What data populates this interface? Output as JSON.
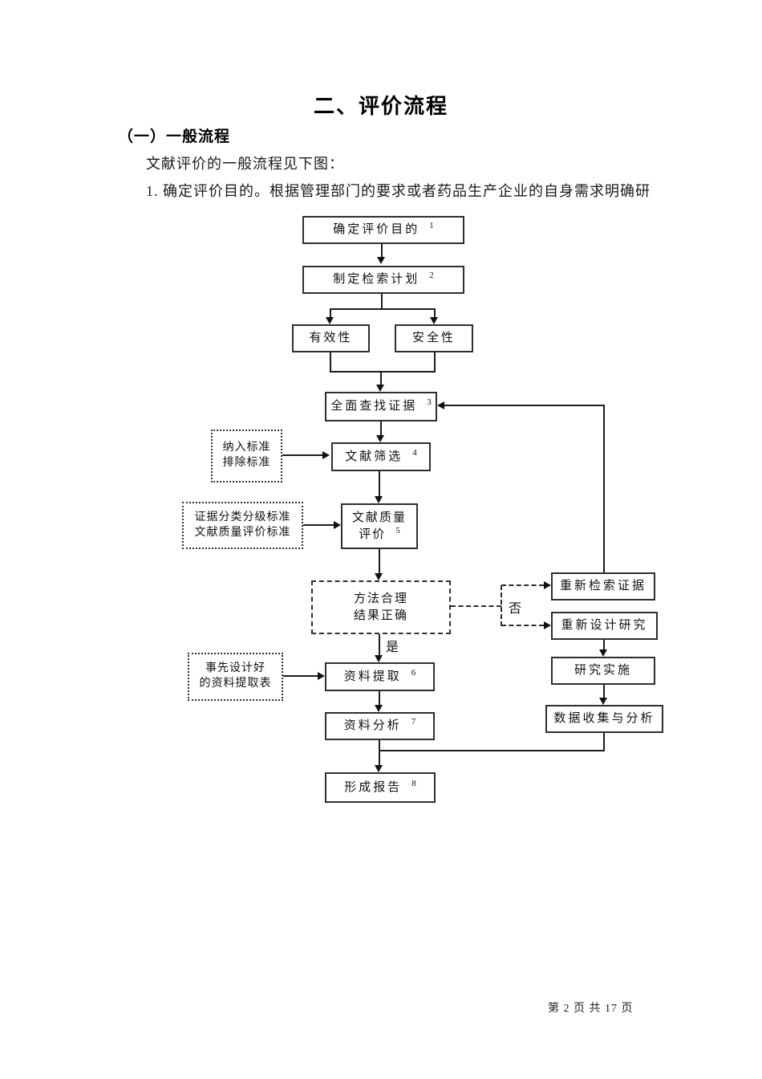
{
  "document": {
    "title": "二、评价流程",
    "section_heading": "（一）一般流程",
    "paragraph_1": "文献评价的一般流程见下图：",
    "paragraph_2": "1. 确定评价目的。根据管理部门的要求或者药品生产企业的自身需求明确研",
    "footer_page_info": "第 2 页 共 17 页"
  },
  "flowchart": {
    "nodes": {
      "determine_purpose": {
        "text": "确定评价目的",
        "step": "1"
      },
      "search_plan": {
        "text": "制定检索计划",
        "step": "2"
      },
      "effectiveness": {
        "text": "有效性"
      },
      "safety": {
        "text": "安全性"
      },
      "find_evidence": {
        "text": "全面查找证据",
        "step": "3"
      },
      "criteria": {
        "line1": "纳入标准",
        "line2": "排除标准"
      },
      "literature_screening": {
        "text": "文献筛选",
        "step": "4"
      },
      "standards": {
        "line1": "证据分类分级标准",
        "line2": "文献质量评价标准"
      },
      "quality_evaluation": {
        "line1": "文献质量",
        "line2": "评价",
        "step": "5"
      },
      "decision": {
        "line1": "方法合理",
        "line2": "结果正确"
      },
      "research_evidence_again": {
        "text": "重新检索证据"
      },
      "redesign_study": {
        "text": "重新设计研究"
      },
      "study_implementation": {
        "text": "研究实施"
      },
      "data_collection_analysis": {
        "text": "数据收集与分析"
      },
      "extraction_form": {
        "line1": "事先设计好",
        "line2": "的资料提取表"
      },
      "data_extraction": {
        "text": "资料提取",
        "step": "6"
      },
      "data_analysis": {
        "text": "资料分析",
        "step": "7"
      },
      "form_report": {
        "text": "形成报告",
        "step": "8"
      }
    },
    "branch_labels": {
      "no": "否",
      "yes": "是"
    }
  }
}
